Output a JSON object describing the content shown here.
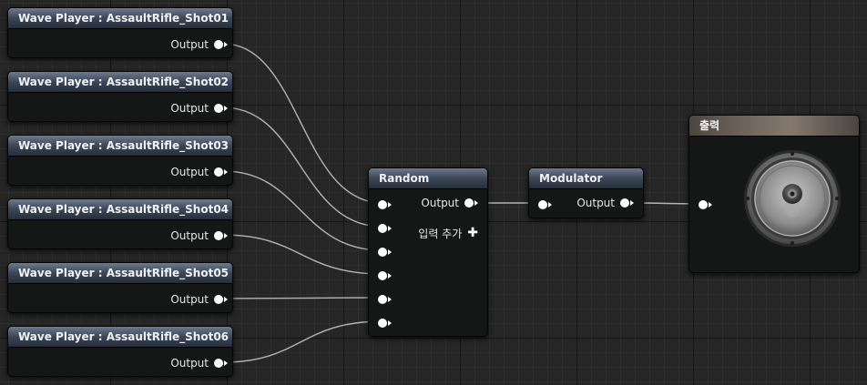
{
  "wave_players": [
    {
      "title": "Wave Player : AssaultRifle_Shot01",
      "output_label": "Output"
    },
    {
      "title": "Wave Player : AssaultRifle_Shot02",
      "output_label": "Output"
    },
    {
      "title": "Wave Player : AssaultRifle_Shot03",
      "output_label": "Output"
    },
    {
      "title": "Wave Player : AssaultRifle_Shot04",
      "output_label": "Output"
    },
    {
      "title": "Wave Player : AssaultRifle_Shot05",
      "output_label": "Output"
    },
    {
      "title": "Wave Player : AssaultRifle_Shot06",
      "output_label": "Output"
    }
  ],
  "random_node": {
    "title": "Random",
    "output_label": "Output",
    "add_input_label": "입력 추가"
  },
  "modulator_node": {
    "title": "Modulator",
    "output_label": "Output"
  },
  "output_node": {
    "title": "출력"
  },
  "colors": {
    "wire": "#b4b4b4",
    "pin": "#ffffff",
    "node_body": "#151716",
    "header_top": "#6d7b8e",
    "header_bottom": "#272e39"
  },
  "icons": {
    "pin": "exec-pin-icon",
    "add": "plus-icon",
    "output": "speaker-icon"
  }
}
